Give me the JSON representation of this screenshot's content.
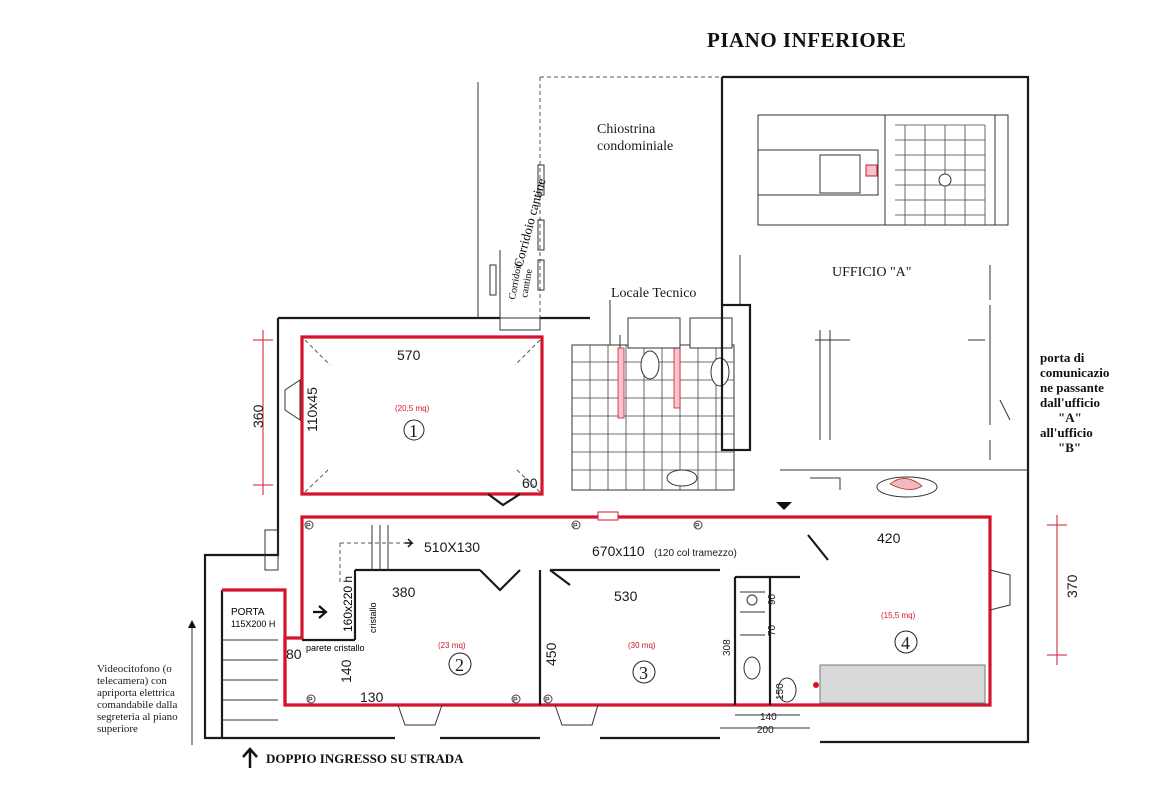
{
  "title": "PIANO INFERIORE",
  "areas": {
    "chiostrina_1": "Chiostrina",
    "chiostrina_2": "condominiale",
    "corridoio_cantine": "Corridoio cantine",
    "corridoio_small_1": "Corridoio",
    "corridoio_small_2": "cantine",
    "locale_tecnico": "Locale Tecnico",
    "ufficio_a": "UFFICIO \"A\""
  },
  "rooms": [
    {
      "number": "1",
      "area": "(20,5 mq)"
    },
    {
      "number": "2",
      "area": "(23 mq)"
    },
    {
      "number": "3",
      "area": "(30  mq)"
    },
    {
      "number": "4",
      "area": "(15,5  mq)"
    }
  ],
  "dimensions": {
    "d570": "570",
    "d110x45": "110x45",
    "d360": "360",
    "d60": "60",
    "d510x130": "510X130",
    "d670x110": "670x110",
    "d670_note": "(120 col tramezzo)",
    "d420": "420",
    "d370": "370",
    "d380": "380",
    "d530": "530",
    "d160x220": "160x220 h",
    "d90": "90",
    "d70": "70",
    "d308": "308",
    "d450": "450",
    "d140v": "140",
    "d130": "130",
    "d150": "150",
    "d140h": "140",
    "d200": "200",
    "d80": "80"
  },
  "labels": {
    "porta_1": "PORTA",
    "porta_2": "115X200 H",
    "cristallo": "cristallo",
    "parete_cristallo": "parete cristallo",
    "p": "P"
  },
  "notes": {
    "comunicazione": [
      "porta di",
      "comunicazio",
      "ne passante",
      "dall'ufficio",
      "\"A\"",
      "all'ufficio",
      "\"B\""
    ],
    "videocitofono": [
      "Videocitofono (o",
      "telecamera) con",
      "apriporta elettrica",
      "comandabile dalla",
      "segreteria al piano",
      "superiore"
    ],
    "ingresso": "DOPPIO INGRESSO SU STRADA"
  }
}
